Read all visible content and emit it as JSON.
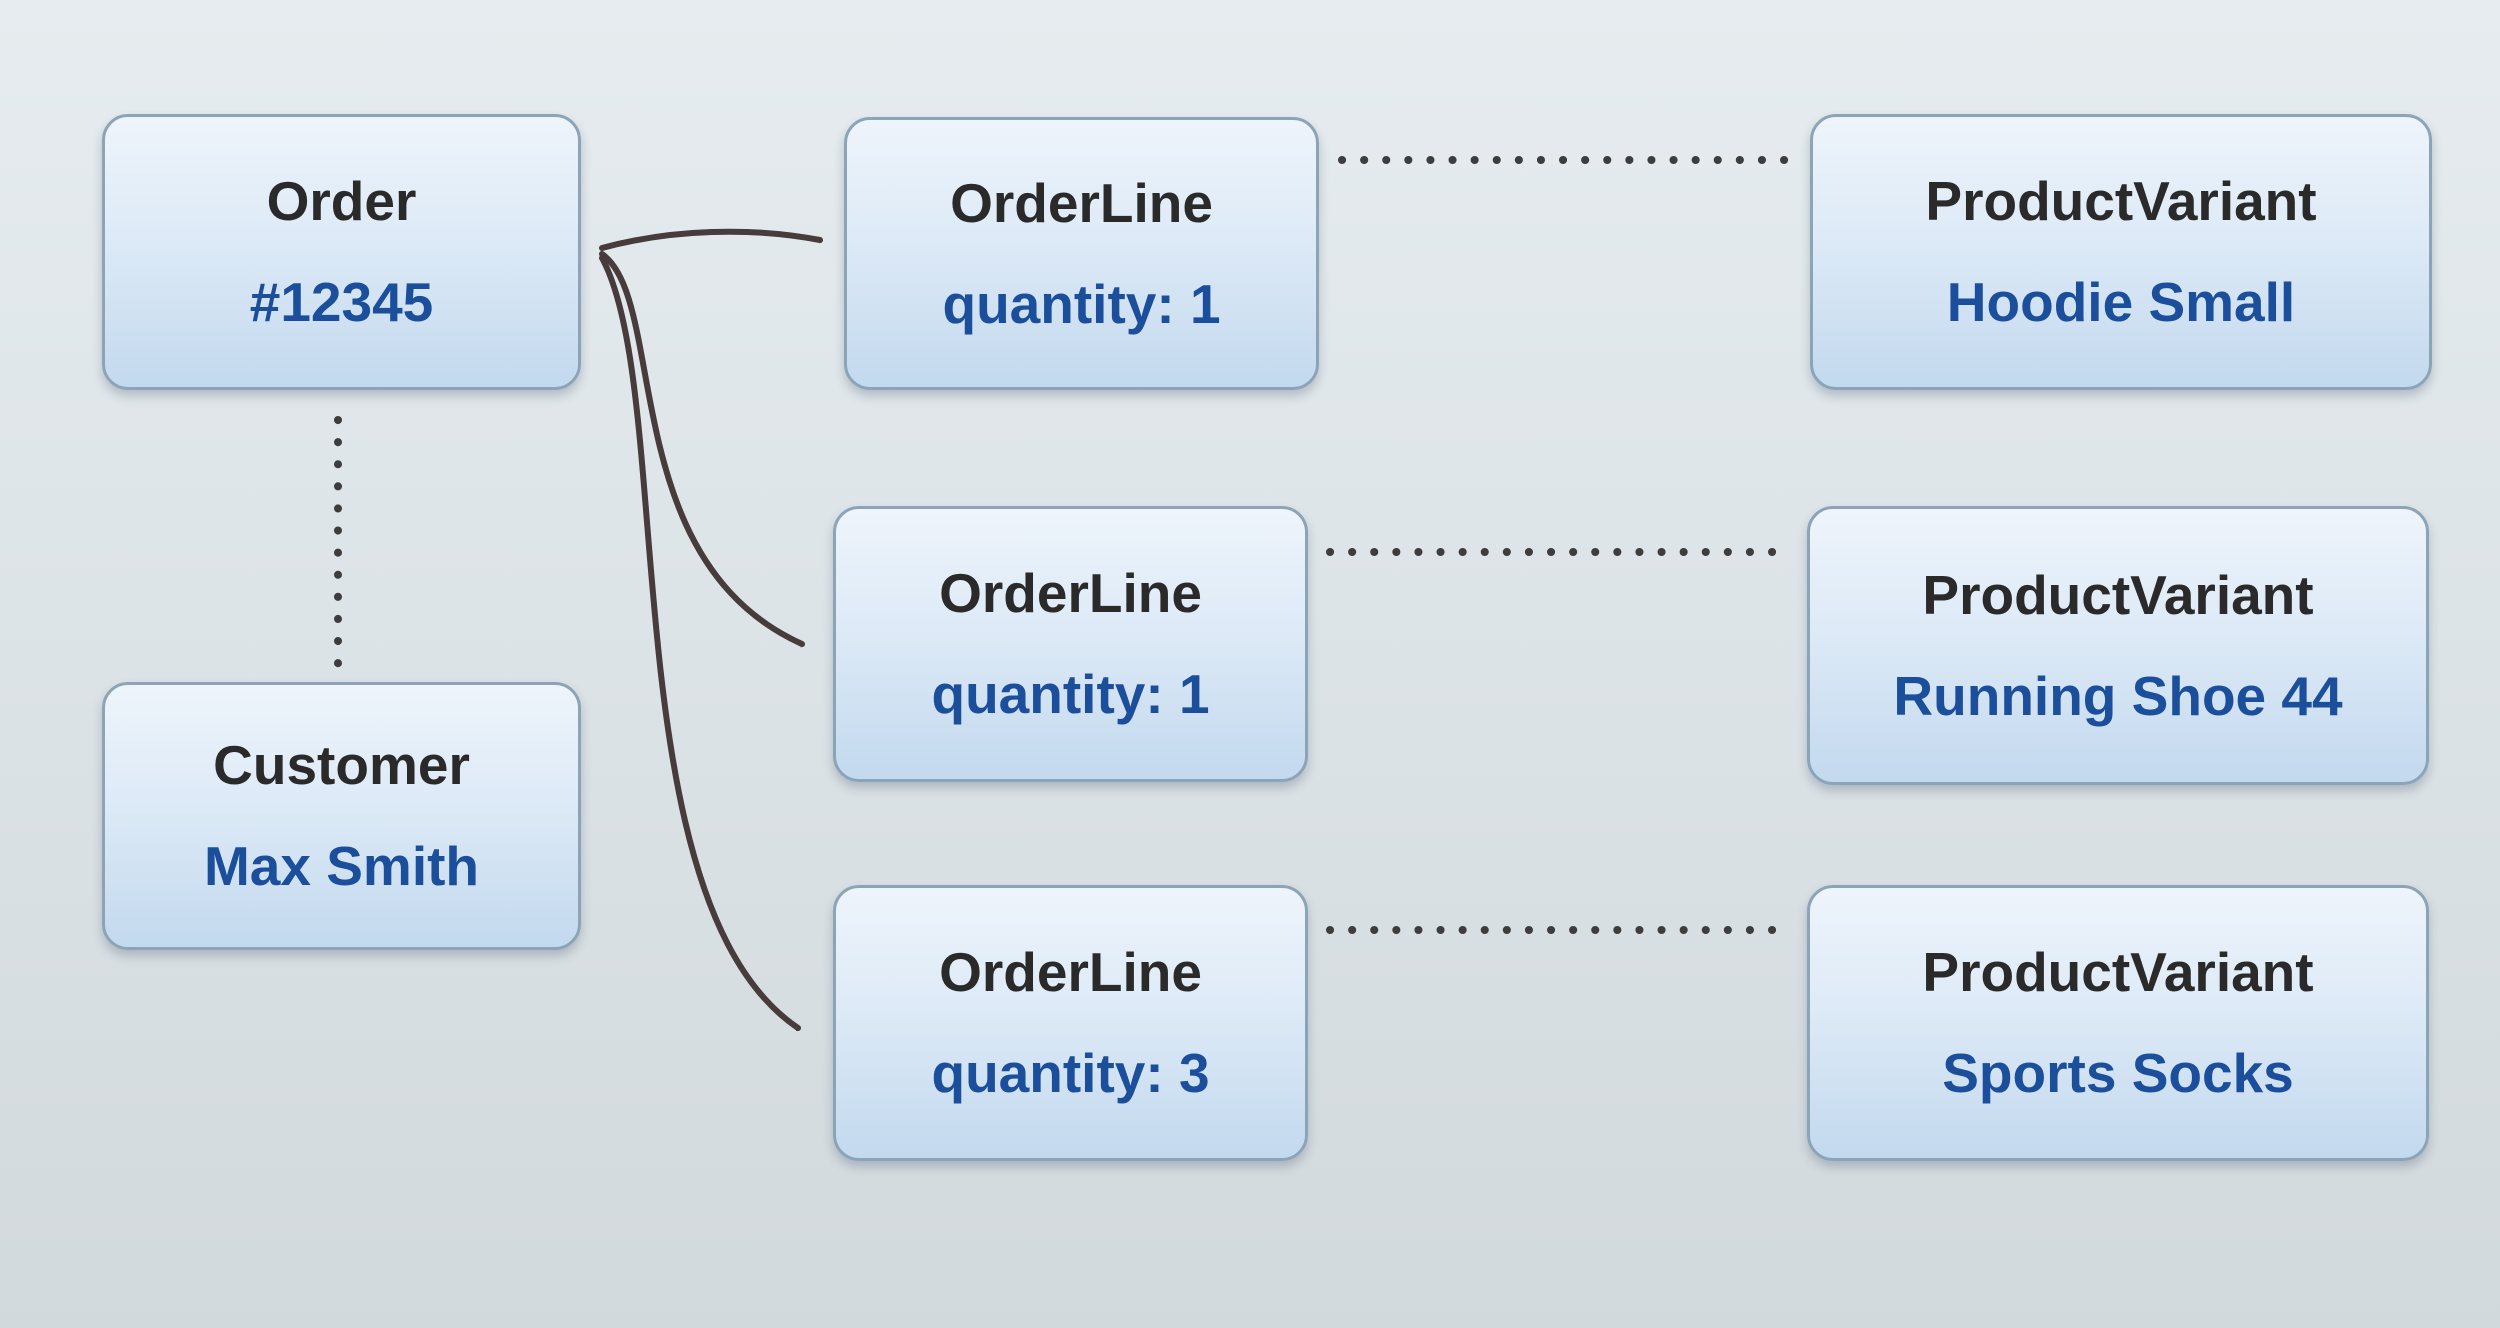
{
  "diagram": {
    "nodes": {
      "order": {
        "title": "Order",
        "value": "#12345"
      },
      "customer": {
        "title": "Customer",
        "value": "Max Smith"
      },
      "orderlines": [
        {
          "title": "OrderLine",
          "value": "quantity: 1"
        },
        {
          "title": "OrderLine",
          "value": "quantity: 1"
        },
        {
          "title": "OrderLine",
          "value": "quantity: 3"
        }
      ],
      "variants": [
        {
          "title": "ProductVariant",
          "value": "Hoodie Small"
        },
        {
          "title": "ProductVariant",
          "value": "Running Shoe 44"
        },
        {
          "title": "ProductVariant",
          "value": "Sports Socks"
        }
      ]
    },
    "edges": {
      "order_to_customer": "dotted",
      "order_to_orderlines": "solid-arrow",
      "orderline_to_variant": "dotted"
    },
    "colors": {
      "background_top": "#e6ecef",
      "background_bottom": "#d2d9dd",
      "box_border": "#8ca4b8",
      "box_fill_top": "#eef4fb",
      "box_fill_bottom": "#c3d9ee",
      "title_text": "#2a2a2a",
      "value_text": "#1b4e9b",
      "arrow": "#473b3b",
      "dots": "#3d3d3d"
    }
  }
}
